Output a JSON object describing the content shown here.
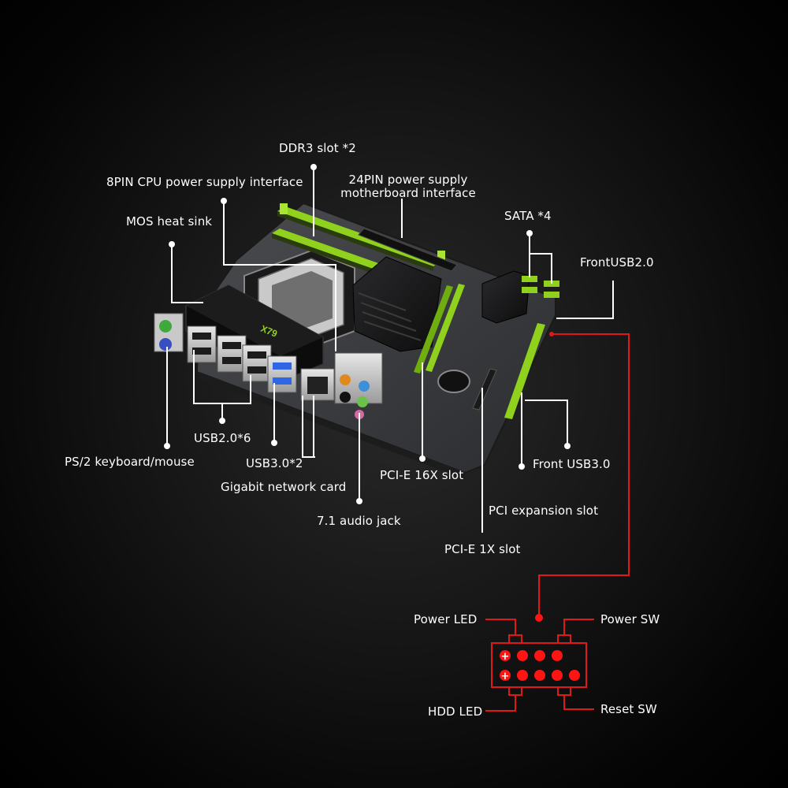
{
  "labels": {
    "ddr3": "DDR3 slot *2",
    "cpu_power": "8PIN CPU power supply interface",
    "atx_power_line1": "24PIN power supply",
    "atx_power_line2": "motherboard interface",
    "mos": "MOS heat sink",
    "sata": "SATA *4",
    "front_usb2": "FrontUSB2.0",
    "usb2": "USB2.0*6",
    "ps2": "PS/2 keyboard/mouse",
    "usb3": "USB3.0*2",
    "lan": "Gigabit network card",
    "audio": "7.1 audio jack",
    "pcie16": "PCI-E 16X slot",
    "front_usb3": "Front USB3.0",
    "pci": "PCI expansion slot",
    "pcie1": "PCI-E 1X slot",
    "power_led": "Power LED",
    "power_sw": "Power SW",
    "hdd_led": "HDD LED",
    "reset_sw": "Reset SW"
  },
  "board": {
    "heatsink_brand": "X79"
  },
  "colors": {
    "pcb": "#3b3d40",
    "slot_green": "#8fd11c",
    "leader_white": "#ffffff",
    "leader_red": "#e01818",
    "pin_red": "#ff1414"
  },
  "front_panel": {
    "top_pins": 4,
    "bottom_pins": 5,
    "positive_marker": "+"
  }
}
